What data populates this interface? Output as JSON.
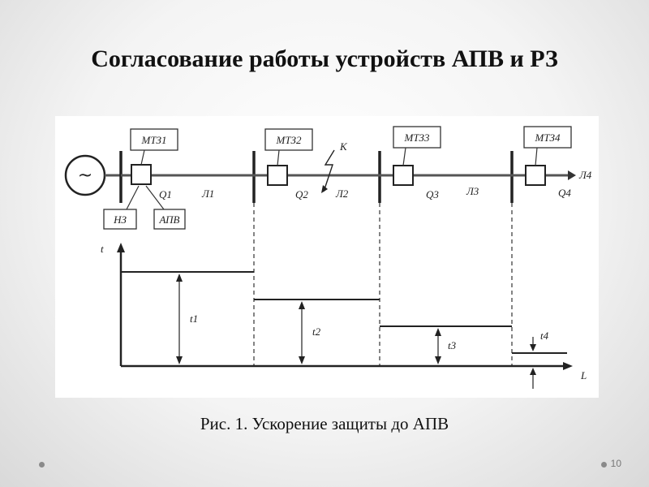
{
  "slide": {
    "title": "Согласование работы устройств АПВ и РЗ",
    "caption": "Рис. 1. Ускорение защиты до АПВ",
    "page_number": "10"
  },
  "diagram": {
    "generator_symbol": "~",
    "protection_boxes": [
      "МТЗ1",
      "МТЗ2",
      "МТЗ3",
      "МТЗ4"
    ],
    "aux_boxes": [
      "НЗ",
      "АПВ"
    ],
    "breakers": [
      "Q1",
      "Q2",
      "Q3",
      "Q4"
    ],
    "lines": [
      "Л1",
      "Л2",
      "Л3",
      "Л4"
    ],
    "fault_label": "К",
    "axis_t": "t",
    "axis_l": "L",
    "times": [
      "t1",
      "t2",
      "t3",
      "t4"
    ]
  }
}
